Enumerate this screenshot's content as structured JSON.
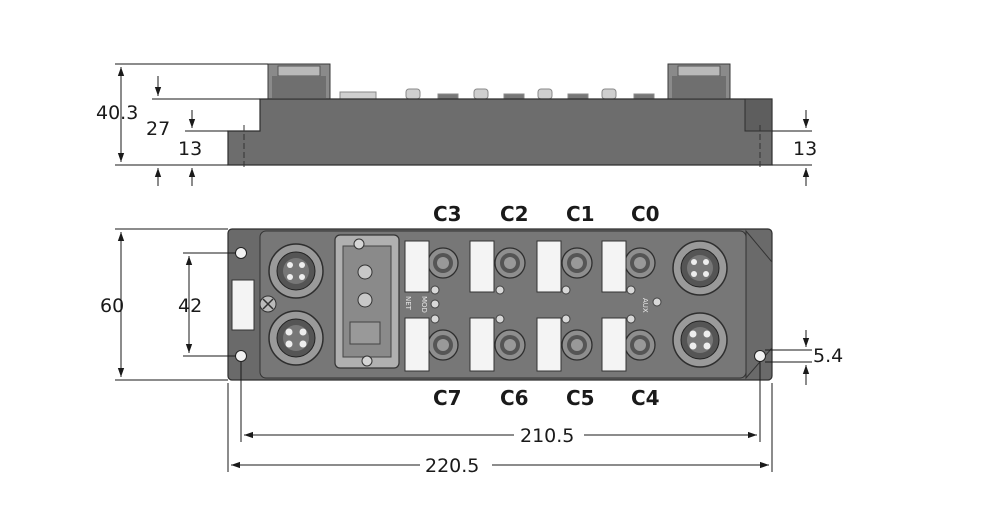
{
  "dimensions": {
    "overall_height": "40.3",
    "body_height": "27",
    "base_height_left": "13",
    "base_height_right": "13",
    "width": "60",
    "mount_spacing": "42",
    "hole_offset": "5.4",
    "hole_distance": "210.5",
    "overall_length": "220.5"
  },
  "ports": {
    "top": [
      "C3",
      "C2",
      "C1",
      "C0"
    ],
    "bottom": [
      "C7",
      "C6",
      "C5",
      "C4"
    ]
  },
  "led_labels": {
    "net": "NET",
    "mod": "MOD",
    "aux": "AUX"
  }
}
